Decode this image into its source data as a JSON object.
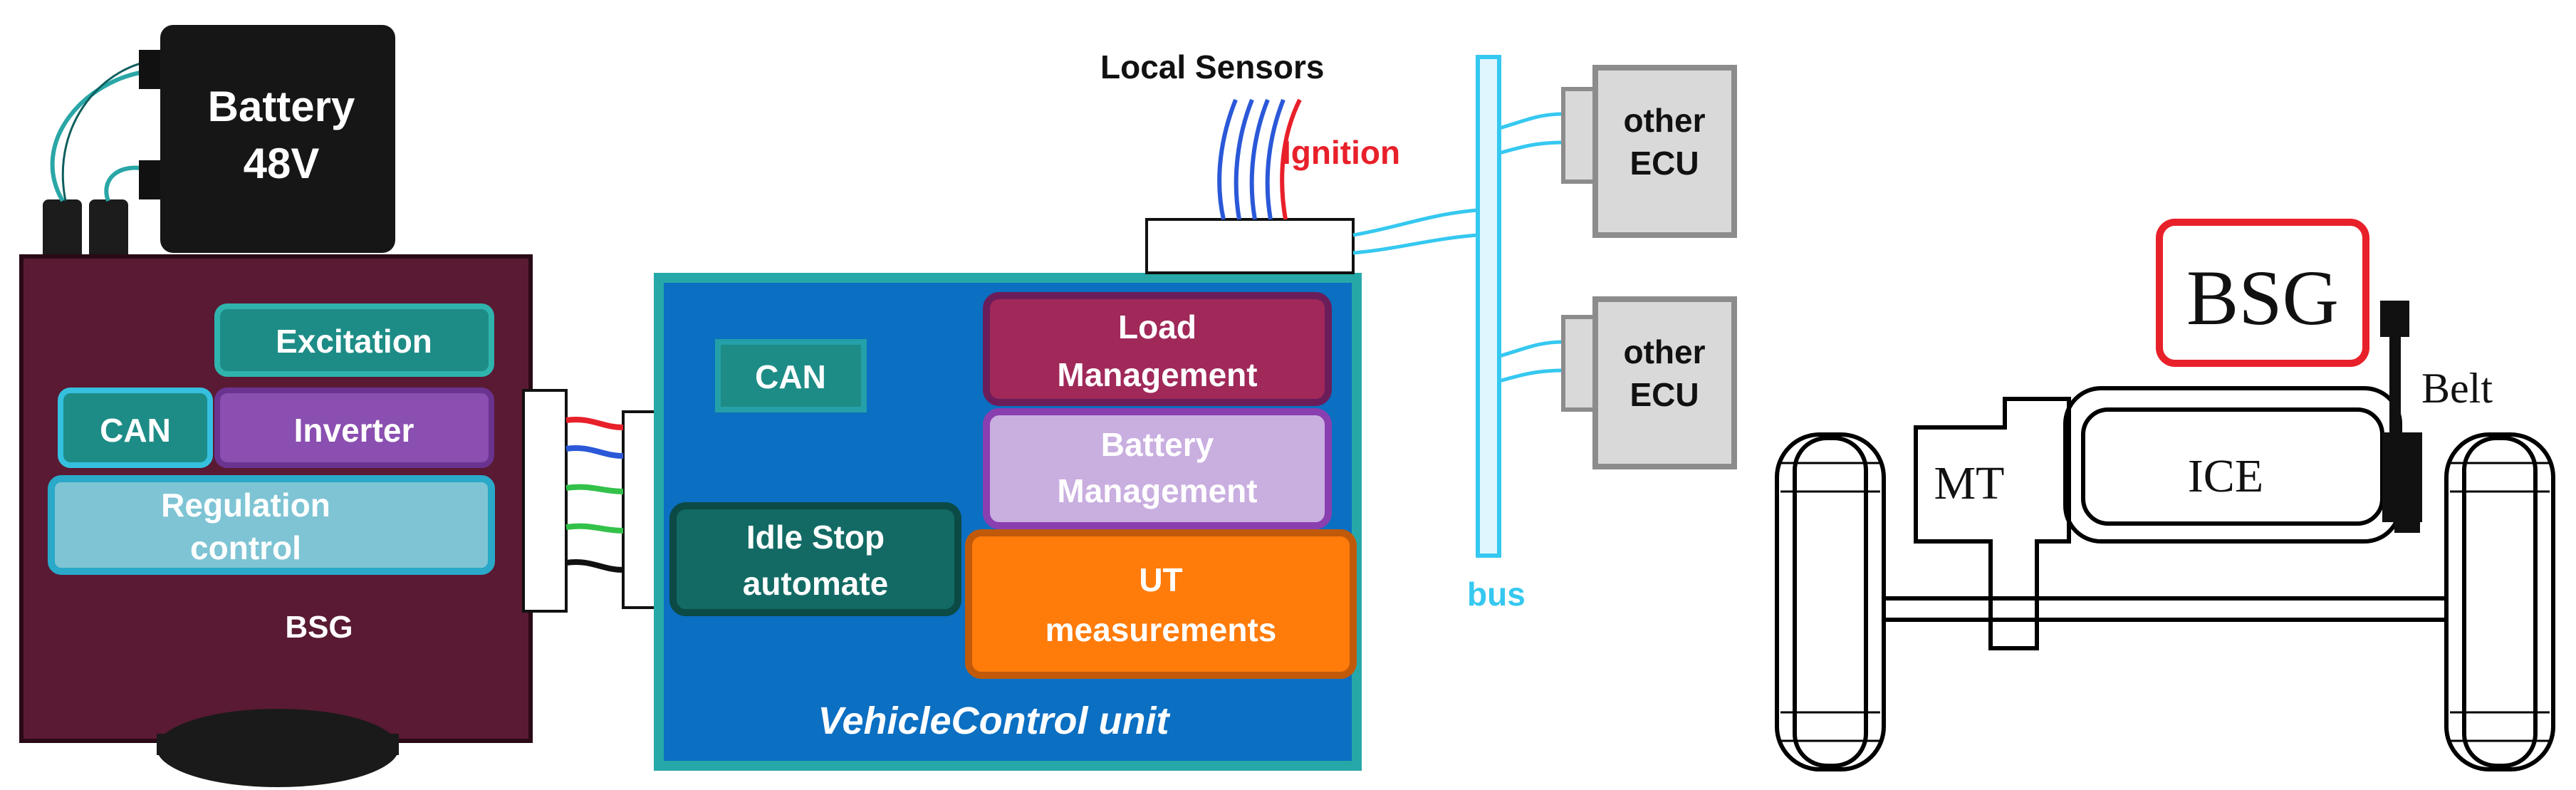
{
  "bsg_module": {
    "battery": {
      "line1": "Battery",
      "line2": "48V"
    },
    "excitation": "Excitation",
    "can": "CAN",
    "inverter": "Inverter",
    "regulation": {
      "line1": "Regulation",
      "line2": "control"
    },
    "name": "BSG"
  },
  "vcu": {
    "can": "CAN",
    "load": {
      "line1": "Load",
      "line2": "Management"
    },
    "battery_mgmt": {
      "line1": "Battery",
      "line2": "Management"
    },
    "idle": {
      "line1": "Idle Stop",
      "line2": "automate"
    },
    "ut": {
      "line1": "UT",
      "line2": "measurements"
    },
    "title": "VehicleControl unit"
  },
  "network": {
    "local_sensors": "Local Sensors",
    "ignition": "Ignition",
    "bus": "bus",
    "ecu1": {
      "line1": "other",
      "line2": "ECU"
    },
    "ecu2": {
      "line1": "other",
      "line2": "ECU"
    }
  },
  "drivetrain": {
    "bsg": "BSG",
    "belt": "Belt",
    "mt": "MT",
    "ice": "ICE"
  },
  "colors": {
    "bsg_body": "#5a1a33",
    "teal": "#1e8c86",
    "teal_border": "#2fb3ad",
    "purple": "#8a4fb0",
    "light_blue": "#7ec4d4",
    "vcu_body": "#0b6fc2",
    "vcu_border": "#27a8a8",
    "load": "#a0295a",
    "battery_mgmt": "#c9aee0",
    "idle": "#136a64",
    "ut": "#ff7b0a",
    "bus": "#35c8f0",
    "ecu_fill": "#d9d9d9",
    "ecu_border": "#8c8c8c",
    "ignition": "#e8202a",
    "bsg_box": "#e8202a"
  }
}
